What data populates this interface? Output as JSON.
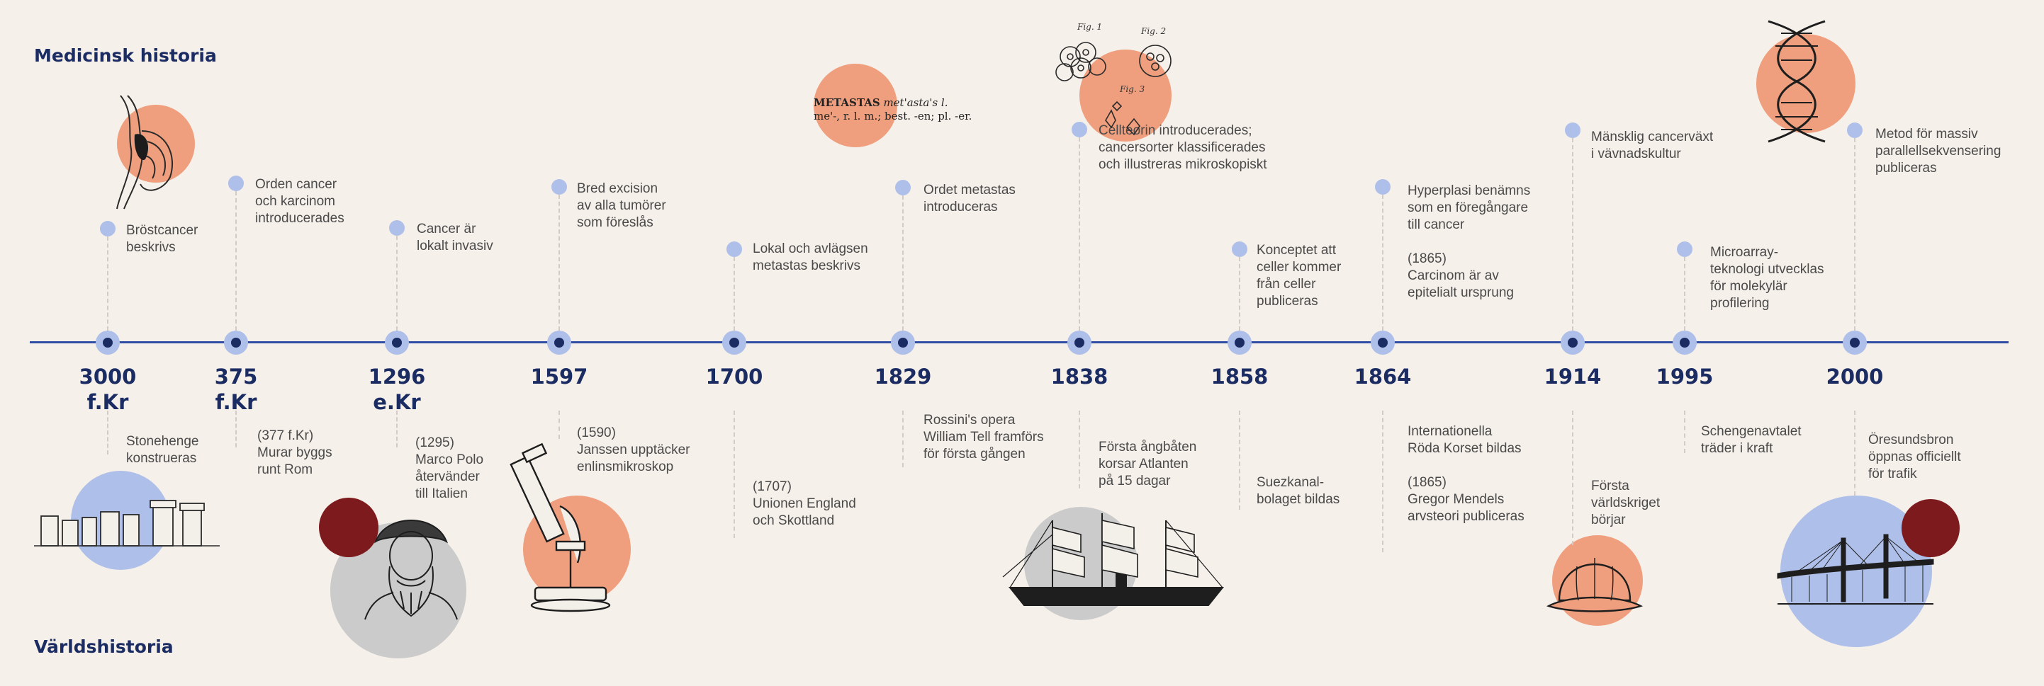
{
  "titles": {
    "medical": "Medicinsk historia",
    "world": "Världshistoria"
  },
  "years": [
    "3000 f.Kr",
    "375 f.Kr",
    "1296 e.Kr",
    "1597",
    "1700",
    "1829",
    "1838",
    "1858",
    "1864",
    "1914",
    "1995",
    "2000"
  ],
  "medical_events": [
    [
      "Bröstcancer",
      "beskrivs"
    ],
    [
      "Orden cancer",
      "och karcinom",
      "introducerades"
    ],
    [
      "Cancer är",
      "lokalt invasiv"
    ],
    [
      "Bred excision",
      "av alla tumörer",
      "som föreslås"
    ],
    [
      "Lokal och avlägsen",
      "metastas beskrivs"
    ],
    [
      "Ordet metastas",
      "introduceras"
    ],
    [
      "Cellteorin introducerades;",
      "cancersorter klassificerades",
      "och illustreras mikroskopiskt"
    ],
    [
      "Konceptet att",
      "celler kommer",
      "från celler",
      "publiceras"
    ],
    [
      "Hyperplasi benämns",
      "som en föregångare",
      "till cancer",
      "",
      "(1865)",
      "Carcinom är av",
      "epitelialt ursprung"
    ],
    [
      "Mänsklig cancerväxt",
      "i vävnadskultur"
    ],
    [
      "Microarray-",
      "teknologi utvecklas",
      "för molekylär",
      "profilering"
    ],
    [
      "Metod för massiv",
      "parallellsekvensering",
      "publiceras"
    ]
  ],
  "world_events": [
    [
      "Stonehenge",
      "konstrueras"
    ],
    [
      "(377 f.Kr)",
      "Murar byggs",
      "runt Rom"
    ],
    [
      "(1295)",
      "Marco Polo",
      "återvänder",
      "till Italien"
    ],
    [
      "(1590)",
      "Janssen upptäcker",
      "enlinsmikroskop"
    ],
    [
      "(1707)",
      "Unionen England",
      "och Skottland"
    ],
    [
      "Rossini's opera",
      "William Tell framförs",
      "för första gången"
    ],
    [
      "Första ångbåten",
      "korsar Atlanten",
      "på 15 dagar"
    ],
    [
      "Suezkanal-",
      "bolaget bildas"
    ],
    [
      "Internationella",
      "Röda Korset bildas",
      "",
      "(1865)",
      "Gregor Mendels",
      "arvsteori publiceras"
    ],
    [
      "Första",
      "världskriget",
      "börjar"
    ],
    [
      "Schengenavtalet",
      "träder i kraft"
    ],
    [
      "Öresundsbron",
      "öppnas officiellt",
      "för trafik"
    ]
  ],
  "dictionary": {
    "headword": "METASTAS",
    "pron": "met'asta's l.",
    "line2": "me'-, r. l. m.; best. -en; pl. -er."
  },
  "figure_labels": [
    "Fig. 1",
    "Fig. 2",
    "Fig. 3"
  ],
  "colors": {
    "navy": "#1b2c63",
    "axis": "#2f4da5",
    "node": "#aebfe9",
    "peach": "#ef9f7d",
    "maroon": "#7d1a1d",
    "background": "#f6f0ea"
  }
}
